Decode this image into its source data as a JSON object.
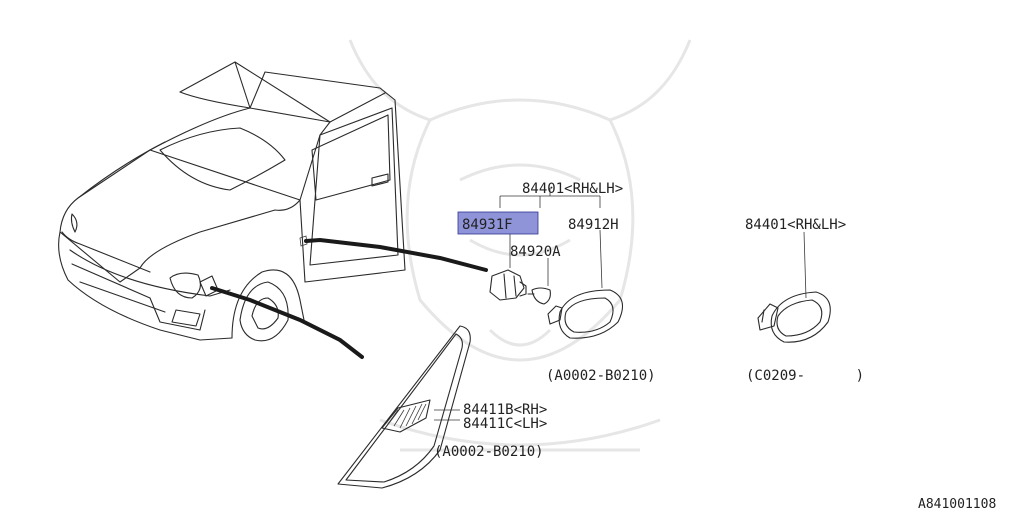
{
  "diagram": {
    "figure_id": "A841001108",
    "highlight_color": "#8f93d8",
    "line_color": "#2b2b2b",
    "callouts": {
      "assembly_top": "84401<RH&LH>",
      "bulb_socket": "84931F",
      "lens": "84912H",
      "bulb": "84920A",
      "applicability_1": "(A0002-B0210)",
      "assembly_right": "84401<RH&LH>",
      "applicability_right": "(C0209-      )",
      "garnish_rh": "84411B<RH>",
      "garnish_lh": "84411C<LH>",
      "applicability_garnish": "(A0002-B0210)"
    }
  }
}
